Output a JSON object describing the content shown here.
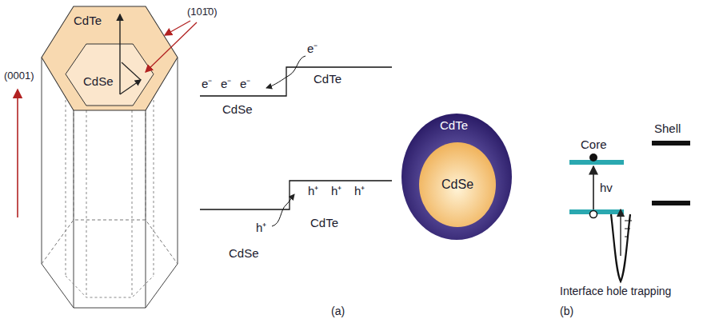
{
  "diagram": {
    "nodes": [
      {
        "text": [
          "CdTe"
        ]
      },
      {
        "text": [
          "CdSe"
        ],
        "in": 0
      },
      {
        "text": [
          "CdTe"
        ]
      },
      {
        "text": [
          "CdSe"
        ],
        "in": 2
      }
    ],
    "labels": [
      "(0001)",
      "(101̄0)",
      "e⁻",
      "e⁻",
      "e⁻",
      "e⁻",
      "CdSe",
      "CdTe",
      "h⁺",
      "h⁺",
      "h⁺",
      "h⁺",
      "CdSe",
      "CdTe",
      "Core",
      "Shell",
      "hv",
      "Interface hole trapping",
      "(a)",
      "(b)"
    ]
  }
}
